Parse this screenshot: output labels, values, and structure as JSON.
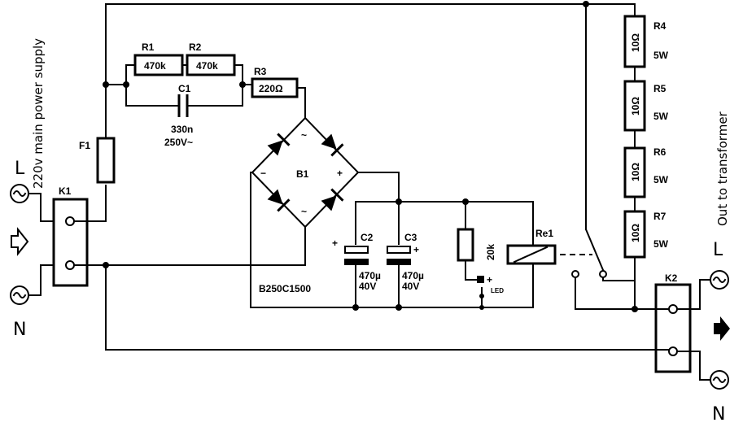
{
  "labels": {
    "supply_vertical": "220v main power supply",
    "out_vertical": "Out to transformer",
    "L_left": "L",
    "N_left": "N",
    "L_right": "L",
    "N_right": "N",
    "K1": "K1",
    "K2": "K2",
    "F1": "F1",
    "R1": "R1",
    "R1_value": "470k",
    "R2": "R2",
    "R2_value": "470k",
    "R3": "R3",
    "R3_value": "220Ω",
    "C1": "C1",
    "C1_value1": "330n",
    "C1_value2": "250V~",
    "B1": "B1",
    "B1_part": "B250C1500",
    "minus": "−",
    "plus": "+",
    "ac1": "~",
    "ac2": "~",
    "C2": "C2",
    "C2_value1": "470µ",
    "C2_value2": "40V",
    "C3": "C3",
    "C3_value1": "470µ",
    "C3_value2": "40V",
    "res_20k": "20k",
    "led": "LED",
    "Re1": "Re1",
    "R4": "R4",
    "R4_value": "10Ω",
    "R4_power": "5W",
    "R5": "R5",
    "R5_value": "10Ω",
    "R5_power": "5W",
    "R6": "R6",
    "R6_value": "10Ω",
    "R6_power": "5W",
    "R7": "R7",
    "R7_value": "10Ω",
    "R7_power": "5W"
  }
}
